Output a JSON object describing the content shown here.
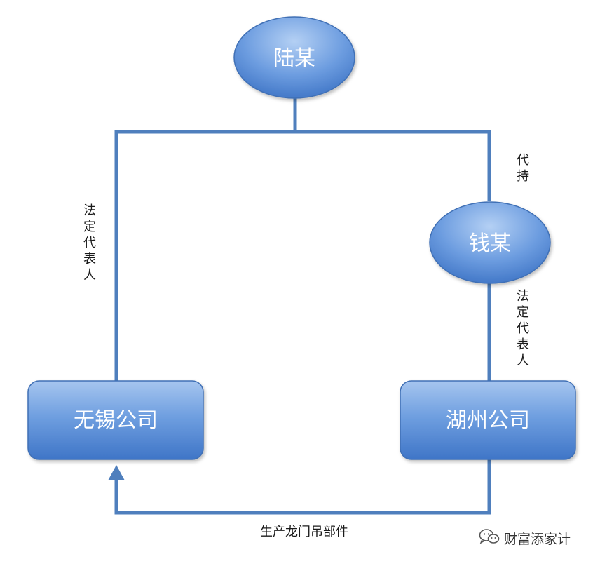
{
  "nodes": {
    "lu": "陆某",
    "qian": "钱某",
    "wuxi": "无锡公司",
    "huzhou": "湖州公司"
  },
  "edges": {
    "lu_to_wuxi": "法定代表人",
    "lu_to_qian": "代持",
    "qian_to_huzhou": "法定代表人",
    "huzhou_to_wuxi": "生产龙门吊部件"
  },
  "watermark": {
    "icon": "wechat-icon",
    "text": "财富添家计"
  },
  "colors": {
    "line": "#4f7fbd",
    "node_light": "#a9c7ef",
    "node_dark": "#3f76c8"
  }
}
